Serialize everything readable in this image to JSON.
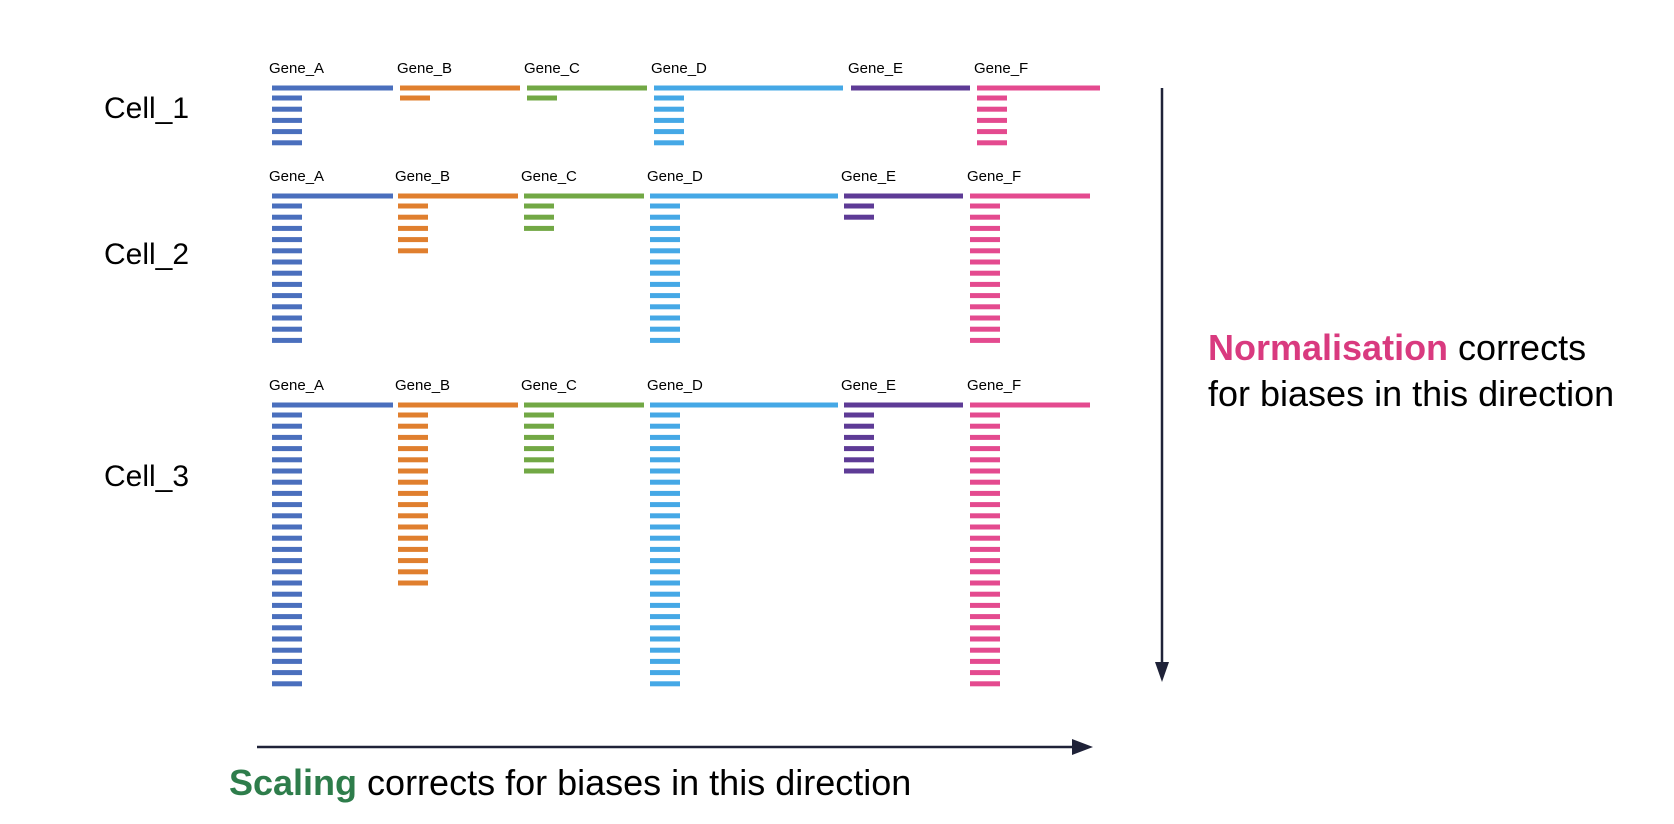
{
  "genes": [
    {
      "name": "Gene_A",
      "color": "#4a6fbd"
    },
    {
      "name": "Gene_B",
      "color": "#e07f2e"
    },
    {
      "name": "Gene_C",
      "color": "#72a845"
    },
    {
      "name": "Gene_D",
      "color": "#45a8e6"
    },
    {
      "name": "Gene_E",
      "color": "#5e3b96"
    },
    {
      "name": "Gene_F",
      "color": "#e44a8f"
    }
  ],
  "cells": [
    {
      "label": "Cell_1",
      "counts": [
        5,
        1,
        1,
        5,
        0,
        5
      ]
    },
    {
      "label": "Cell_2",
      "counts": [
        13,
        5,
        3,
        13,
        2,
        13
      ]
    },
    {
      "label": "Cell_3",
      "counts": [
        25,
        16,
        6,
        25,
        6,
        25
      ]
    }
  ],
  "normalisation": {
    "highlight": "Normalisation",
    "line1_rest": " corrects",
    "line2": "for biases in this direction",
    "highlight_color": "#d93a7f"
  },
  "scaling": {
    "highlight": "Scaling",
    "rest": " corrects for biases in this direction",
    "highlight_color": "#2e7d4b"
  },
  "arrow_color": "#1f2238"
}
